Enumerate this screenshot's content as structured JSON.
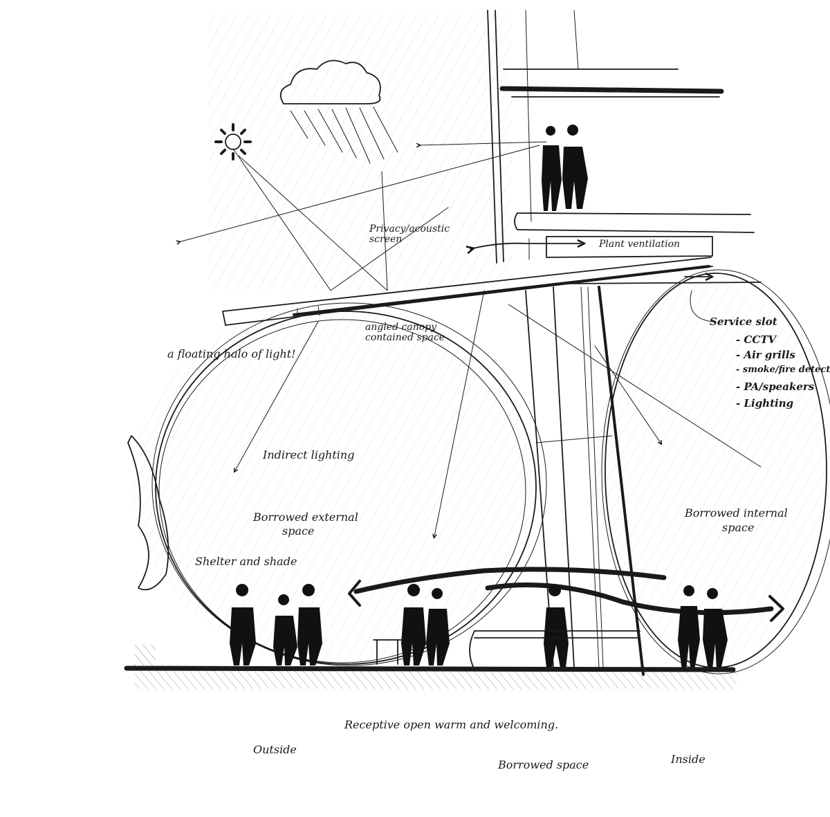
{
  "annotations": {
    "privacy_screen": "Privacy/acoustic screen",
    "plant_ventilation": "Plant ventilation",
    "angled_canopy": "angled canopy contained space",
    "halo_of_light": "a floating halo of light!",
    "service_slot": "Service slot",
    "service_items": [
      "- CCTV",
      "- Air grills",
      "- smoke/fire detect",
      "- PA/speakers",
      "- Lighting"
    ],
    "indirect_lighting": "Indirect lighting",
    "borrowed_external": [
      "Borrowed external",
      "space"
    ],
    "borrowed_internal": [
      "Borrowed internal",
      "space"
    ],
    "shelter_shade": "Shelter and shade",
    "receptive": "Receptive open warm and welcoming.",
    "outside": "Outside",
    "borrowed_space": "Borrowed space",
    "inside": "Inside"
  },
  "icons": [
    "cloud-icon",
    "rain-icon",
    "sun-icon"
  ],
  "colors": {
    "ink": "#1a1a1a",
    "paper": "#ffffff",
    "shade": "#9a9a9a"
  }
}
